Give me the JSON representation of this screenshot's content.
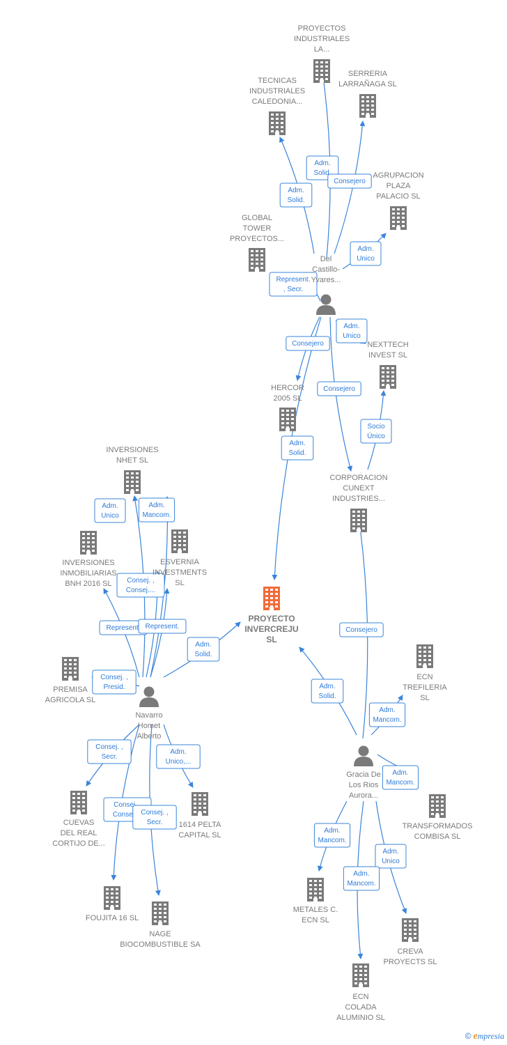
{
  "colors": {
    "edge": "#3a84d9",
    "node": "#7a7a7a",
    "focus": "#f26b3a"
  },
  "footer": {
    "copyright": "©",
    "brand_initial": "e",
    "brand_rest": "mpresia"
  },
  "nodes": [
    {
      "id": "proyecto",
      "type": "company-focus",
      "label": [
        "PROYECTO",
        "INVERCREJU",
        "SL"
      ]
    },
    {
      "id": "delcastillo",
      "type": "person",
      "label": [
        "Del",
        "Castillo-",
        "Yvares..."
      ]
    },
    {
      "id": "navarro",
      "type": "person",
      "label": [
        "Navarro",
        "Homet",
        "Alberto"
      ]
    },
    {
      "id": "gracia",
      "type": "person",
      "label": [
        "Gracia De",
        "Los Rios",
        "Aurora..."
      ]
    },
    {
      "id": "pil",
      "type": "company",
      "label": [
        "PROYECTOS",
        "INDUSTRIALES",
        "LA..."
      ]
    },
    {
      "id": "tic",
      "type": "company",
      "label": [
        "TECNICAS",
        "INDUSTRIALES",
        "CALEDONIA..."
      ]
    },
    {
      "id": "serreria",
      "type": "company",
      "label": [
        "SERRERIA",
        "LARRAÑAGA SL"
      ]
    },
    {
      "id": "agrupacion",
      "type": "company",
      "label": [
        "AGRUPACION",
        "PLAZA",
        "PALACIO  SL"
      ]
    },
    {
      "id": "globaltower",
      "type": "company",
      "label": [
        "GLOBAL",
        "TOWER",
        "PROYECTOS..."
      ]
    },
    {
      "id": "nexttech",
      "type": "company",
      "label": [
        "NEXTTECH",
        "INVEST  SL"
      ]
    },
    {
      "id": "hercor",
      "type": "company",
      "label": [
        "HERCOR",
        "2005 SL"
      ]
    },
    {
      "id": "cunext",
      "type": "company",
      "label": [
        "CORPORACION",
        "CUNEXT",
        "INDUSTRIES..."
      ]
    },
    {
      "id": "nhet",
      "type": "company",
      "label": [
        "INVERSIONES",
        "NHET  SL"
      ]
    },
    {
      "id": "bnh",
      "type": "company",
      "label": [
        "INVERSIONES",
        "INMOBILIARIAS",
        "BNH 2016  SL"
      ]
    },
    {
      "id": "esvernia",
      "type": "company",
      "label": [
        "ESVERNIA",
        "INVESTMENTS",
        "SL"
      ]
    },
    {
      "id": "premisa",
      "type": "company",
      "label": [
        "PREMISA",
        "AGRICOLA  SL"
      ]
    },
    {
      "id": "cuevas",
      "type": "company",
      "label": [
        "CUEVAS",
        "DEL REAL",
        "CORTIJO DE..."
      ]
    },
    {
      "id": "pelta",
      "type": "company",
      "label": [
        "1614 PELTA",
        "CAPITAL  SL"
      ]
    },
    {
      "id": "foujita",
      "type": "company",
      "label": [
        "FOUJITA 16  SL"
      ]
    },
    {
      "id": "nage",
      "type": "company",
      "label": [
        "NAGE",
        "BIOCOMBUSTIBLE SA"
      ]
    },
    {
      "id": "trefileria",
      "type": "company",
      "label": [
        "ECN",
        "TREFILERIA",
        "SL"
      ]
    },
    {
      "id": "combisa",
      "type": "company",
      "label": [
        "TRANSFORMADOS",
        "COMBISA  SL"
      ]
    },
    {
      "id": "metales",
      "type": "company",
      "label": [
        "METALES C.",
        "ECN  SL"
      ]
    },
    {
      "id": "creva",
      "type": "company",
      "label": [
        "CREVA",
        "PROYECTS SL"
      ]
    },
    {
      "id": "colada",
      "type": "company",
      "label": [
        "ECN",
        "COLADA",
        "ALUMINIO  SL"
      ]
    }
  ],
  "edges": [
    {
      "from": "delcastillo",
      "to": "pil",
      "label": [
        "Adm.",
        "Solid."
      ]
    },
    {
      "from": "delcastillo",
      "to": "tic",
      "label": [
        "Adm.",
        "Solid."
      ]
    },
    {
      "from": "delcastillo",
      "to": "serreria",
      "label": [
        "Consejero"
      ]
    },
    {
      "from": "delcastillo",
      "to": "agrupacion",
      "label": [
        "Adm.",
        "Unico"
      ]
    },
    {
      "from": "delcastillo",
      "to": "globaltower",
      "label": [
        "Represent.",
        ", Secr."
      ]
    },
    {
      "from": "delcastillo",
      "to": "nexttech",
      "label": [
        "Adm.",
        "Unico"
      ]
    },
    {
      "from": "delcastillo",
      "to": "hercor",
      "label": [
        "Consejero"
      ]
    },
    {
      "from": "delcastillo",
      "to": "cunext",
      "label": [
        "Consejero"
      ]
    },
    {
      "from": "delcastillo",
      "to": "proyecto",
      "label": [
        "Adm.",
        "Solid."
      ]
    },
    {
      "from": "cunext",
      "to": "nexttech",
      "label": [
        "Socio",
        "Único"
      ]
    },
    {
      "from": "navarro",
      "to": "proyecto",
      "label": [
        "Adm.",
        "Solid."
      ]
    },
    {
      "from": "navarro",
      "to": "nhet",
      "label": [
        "Adm.",
        "Unico"
      ]
    },
    {
      "from": "navarro",
      "to": "nhet",
      "label": [
        "Adm.",
        "Mancom."
      ]
    },
    {
      "from": "navarro",
      "to": "bnh",
      "label": [
        "Represent."
      ]
    },
    {
      "from": "navarro",
      "to": "esvernia",
      "label": [
        "Consej. ,",
        "Consej...."
      ]
    },
    {
      "from": "navarro",
      "to": "esvernia",
      "label": [
        "Represent."
      ]
    },
    {
      "from": "navarro",
      "to": "premisa",
      "label": [
        "Consej. ,",
        "Presid."
      ]
    },
    {
      "from": "navarro",
      "to": "cuevas",
      "label": [
        "Consej. ,",
        "Secr."
      ]
    },
    {
      "from": "navarro",
      "to": "pelta",
      "label": [
        "Adm.",
        "Unico,..."
      ]
    },
    {
      "from": "navarro",
      "to": "foujita",
      "label": [
        "Consej. ,",
        "Consej...."
      ]
    },
    {
      "from": "navarro",
      "to": "nage",
      "label": [
        "Consej. ,",
        "Secr."
      ]
    },
    {
      "from": "gracia",
      "to": "proyecto",
      "label": [
        "Adm.",
        "Solid."
      ]
    },
    {
      "from": "gracia",
      "to": "cunext",
      "label": [
        "Consejero"
      ]
    },
    {
      "from": "gracia",
      "to": "trefileria",
      "label": [
        "Adm.",
        "Mancom."
      ]
    },
    {
      "from": "gracia",
      "to": "combisa",
      "label": [
        "Adm.",
        "Mancom."
      ]
    },
    {
      "from": "gracia",
      "to": "metales",
      "label": [
        "Adm.",
        "Mancom."
      ]
    },
    {
      "from": "gracia",
      "to": "creva",
      "label": [
        "Adm.",
        "Unico"
      ]
    },
    {
      "from": "gracia",
      "to": "colada",
      "label": [
        "Adm.",
        "Mancom."
      ]
    }
  ]
}
